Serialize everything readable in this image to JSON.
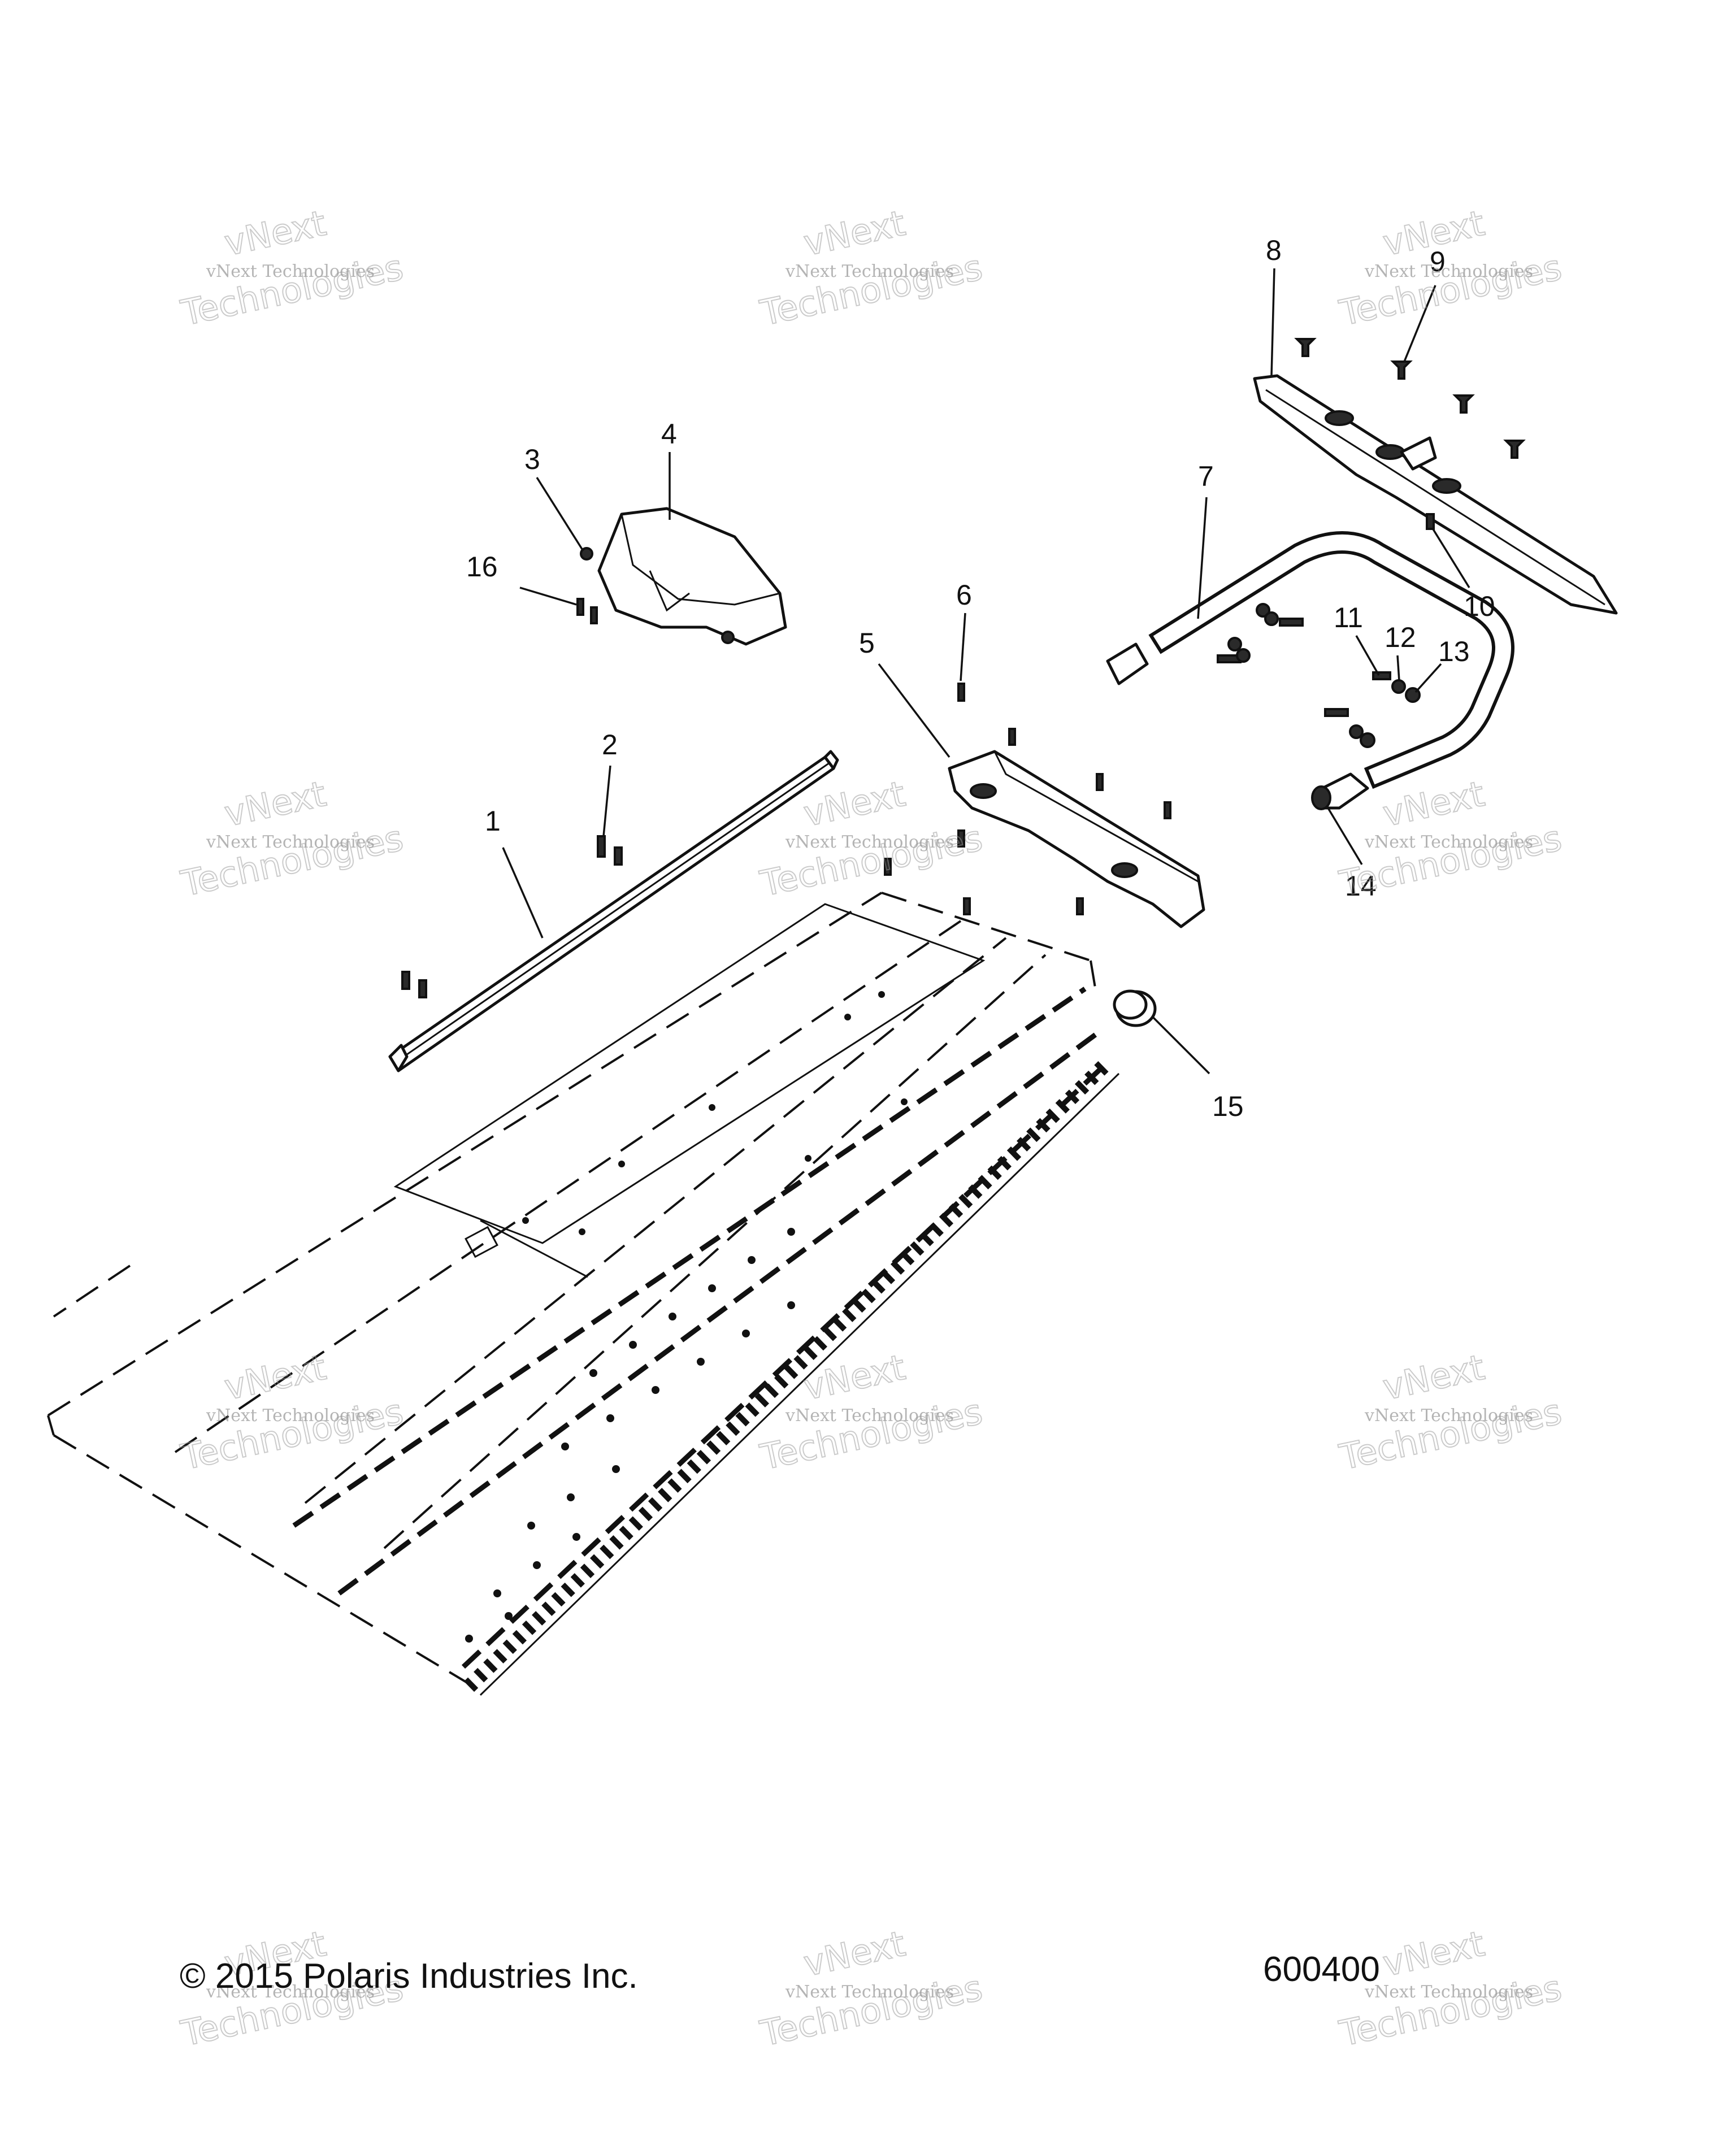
{
  "callouts": [
    {
      "id": "1",
      "label": "1"
    },
    {
      "id": "2",
      "label": "2"
    },
    {
      "id": "3",
      "label": "3"
    },
    {
      "id": "4",
      "label": "4"
    },
    {
      "id": "5",
      "label": "5"
    },
    {
      "id": "6",
      "label": "6"
    },
    {
      "id": "7",
      "label": "7"
    },
    {
      "id": "8",
      "label": "8"
    },
    {
      "id": "9",
      "label": "9"
    },
    {
      "id": "10",
      "label": "10"
    },
    {
      "id": "11",
      "label": "11"
    },
    {
      "id": "12",
      "label": "12"
    },
    {
      "id": "13",
      "label": "13"
    },
    {
      "id": "14",
      "label": "14"
    },
    {
      "id": "15",
      "label": "15"
    },
    {
      "id": "16",
      "label": "16"
    }
  ],
  "watermark": {
    "line1": "vNext",
    "line2": "vNext Technologies",
    "line3": "Technologies"
  },
  "footer": {
    "copyright": "© 2015 Polaris Industries Inc.",
    "diagram_number": "600400"
  }
}
